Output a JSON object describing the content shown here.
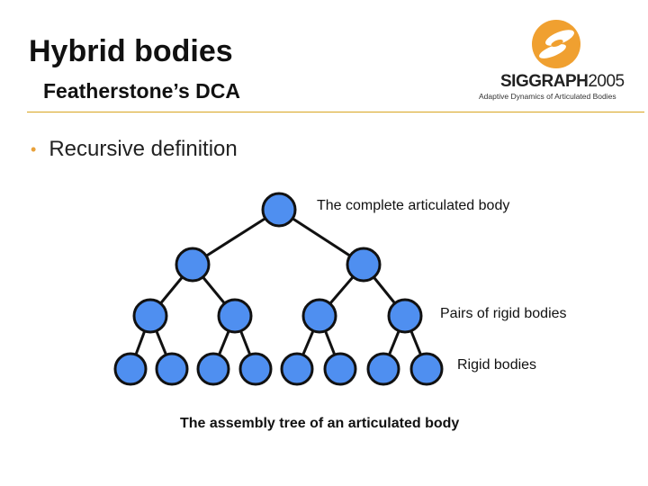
{
  "header": {
    "title": "Hybrid bodies",
    "subtitle": "Featherstone’s DCA"
  },
  "logo": {
    "brand": "SIGGRAPH",
    "year": "2005",
    "tagline": "Adaptive Dynamics of Articulated Bodies",
    "colors": {
      "orange": "#f0a030",
      "gray": "#b4b4b4"
    }
  },
  "bullet": {
    "icon": "bullet-dot-icon",
    "text": "Recursive definition"
  },
  "diagram": {
    "node_color": "#4f8ff0",
    "edge_color": "#111111",
    "levels": [
      {
        "label": "The complete articulated body",
        "count": 1
      },
      {
        "label": "",
        "count": 2
      },
      {
        "label": "Pairs of rigid bodies",
        "count": 4
      },
      {
        "label": "Rigid bodies",
        "count": 8
      }
    ],
    "caption": "The assembly tree of an articulated body"
  }
}
